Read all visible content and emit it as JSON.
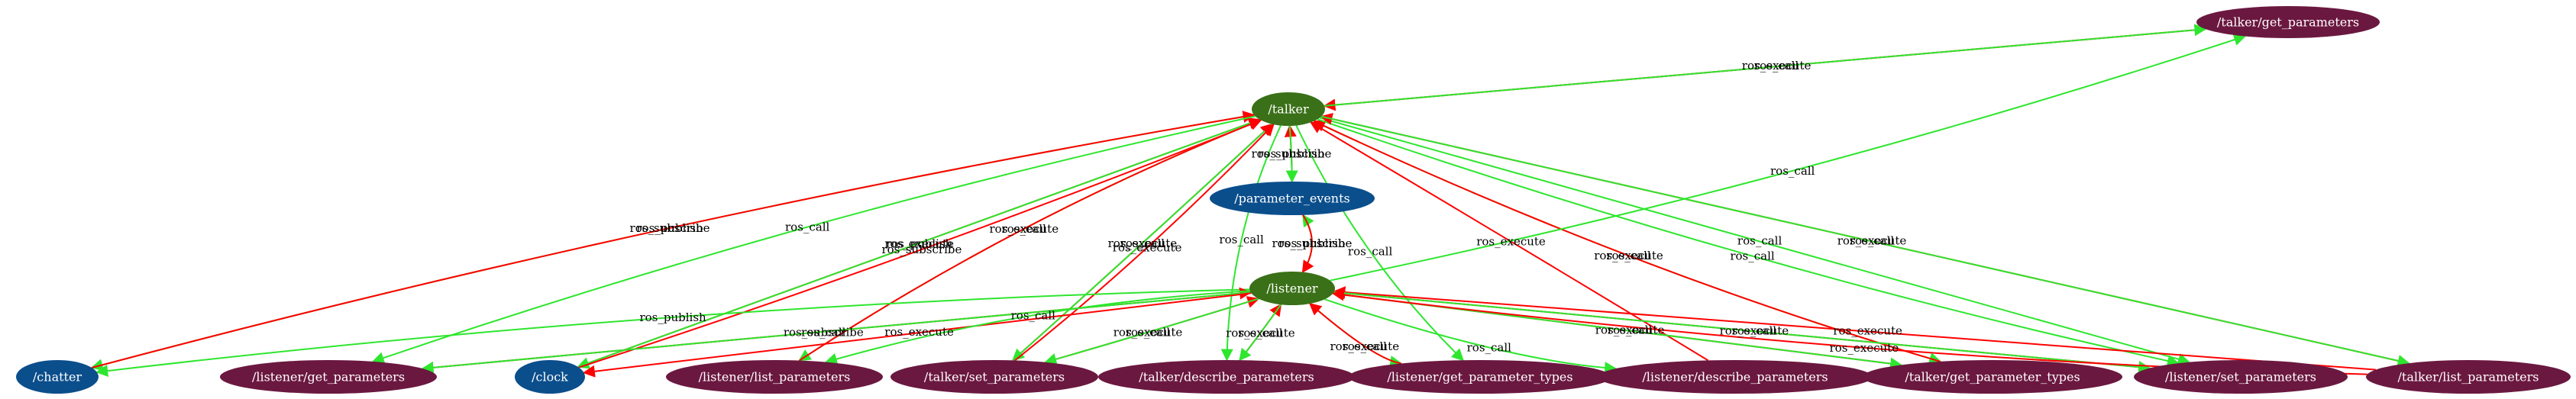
{
  "colors": {
    "node_node": "#3a7018",
    "node_topic": "#0b4e8c",
    "node_service": "#6b1840",
    "edge_execute": "#ff0000",
    "edge_call": "#2ee62e",
    "edge_publish": "#2ee62e",
    "edge_subscribe": "#ff0000"
  },
  "nodes": [
    {
      "id": "talker_get_parameters",
      "label": "/talker/get_parameters",
      "kind": "service"
    },
    {
      "id": "talker",
      "label": "/talker",
      "kind": "node"
    },
    {
      "id": "parameter_events",
      "label": "/parameter_events",
      "kind": "topic"
    },
    {
      "id": "listener",
      "label": "/listener",
      "kind": "node"
    },
    {
      "id": "chatter",
      "label": "/chatter",
      "kind": "topic"
    },
    {
      "id": "listener_get_parameters",
      "label": "/listener/get_parameters",
      "kind": "service"
    },
    {
      "id": "clock",
      "label": "/clock",
      "kind": "topic"
    },
    {
      "id": "listener_list_parameters",
      "label": "/listener/list_parameters",
      "kind": "service"
    },
    {
      "id": "talker_set_parameters",
      "label": "/talker/set_parameters",
      "kind": "service"
    },
    {
      "id": "talker_describe_parameters",
      "label": "/talker/describe_parameters",
      "kind": "service"
    },
    {
      "id": "listener_get_parameter_types",
      "label": "/listener/get_parameter_types",
      "kind": "service"
    },
    {
      "id": "listener_describe_parameters",
      "label": "/listener/describe_parameters",
      "kind": "service"
    },
    {
      "id": "talker_get_parameter_types",
      "label": "/talker/get_parameter_types",
      "kind": "service"
    },
    {
      "id": "listener_set_parameters",
      "label": "/listener/set_parameters",
      "kind": "service"
    },
    {
      "id": "talker_list_parameters",
      "label": "/talker/list_parameters",
      "kind": "service"
    }
  ],
  "edges": [
    {
      "from": "talker_get_parameters",
      "to": "talker",
      "label": "ros_execute",
      "kind": "execute"
    },
    {
      "from": "talker",
      "to": "talker_get_parameters",
      "label": "ros_call",
      "kind": "call"
    },
    {
      "from": "talker",
      "to": "chatter",
      "label": "ros_publish",
      "kind": "publish"
    },
    {
      "from": "chatter",
      "to": "talker",
      "label": "ros_subscribe",
      "kind": "subscribe"
    },
    {
      "from": "clock",
      "to": "talker",
      "label": "ros_execute",
      "kind": "execute"
    },
    {
      "from": "talker",
      "to": "listener_get_parameters",
      "label": "ros_call",
      "kind": "call"
    },
    {
      "from": "talker",
      "to": "clock",
      "label": "ros_publish",
      "kind": "publish"
    },
    {
      "from": "clock",
      "to": "talker",
      "label": "ros_subscribe",
      "kind": "subscribe"
    },
    {
      "from": "talker",
      "to": "listener_list_parameters",
      "label": "ros_call",
      "kind": "call"
    },
    {
      "from": "listener_list_parameters",
      "to": "talker",
      "label": "ros_execute",
      "kind": "execute"
    },
    {
      "from": "talker_set_parameters",
      "to": "talker",
      "label": "ros_execute",
      "kind": "execute"
    },
    {
      "from": "talker",
      "to": "talker_set_parameters",
      "label": "ros_call",
      "kind": "call"
    },
    {
      "from": "talker_set_parameters",
      "to": "talker",
      "label": "ros_execute",
      "kind": "execute"
    },
    {
      "from": "talker",
      "to": "talker_describe_parameters",
      "label": "ros_call",
      "kind": "call"
    },
    {
      "from": "talker",
      "to": "listener_get_parameter_types",
      "label": "ros_call",
      "kind": "call"
    },
    {
      "from": "listener_describe_parameters",
      "to": "talker",
      "label": "ros_execute",
      "kind": "execute"
    },
    {
      "from": "talker",
      "to": "talker_get_parameter_types",
      "label": "ros_call",
      "kind": "call"
    },
    {
      "from": "talker_get_parameter_types",
      "to": "talker",
      "label": "ros_execute",
      "kind": "execute"
    },
    {
      "from": "talker",
      "to": "listener_set_parameters",
      "label": "ros_call",
      "kind": "call"
    },
    {
      "from": "talker",
      "to": "listener_set_parameters",
      "label": "ros_call",
      "kind": "call"
    },
    {
      "from": "talker_list_parameters",
      "to": "talker",
      "label": "ros_execute",
      "kind": "execute"
    },
    {
      "from": "talker",
      "to": "talker_list_parameters",
      "label": "ros_call",
      "kind": "call"
    },
    {
      "from": "parameter_events",
      "to": "talker",
      "label": "ros_subscribe",
      "kind": "subscribe"
    },
    {
      "from": "talker",
      "to": "parameter_events",
      "label": "ros_publish",
      "kind": "publish"
    },
    {
      "from": "listener",
      "to": "parameter_events",
      "label": "ros_publish",
      "kind": "publish"
    },
    {
      "from": "parameter_events",
      "to": "listener",
      "label": "ros_subscribe",
      "kind": "subscribe"
    },
    {
      "from": "talker_list_parameters",
      "to": "listener",
      "label": "ros_execute",
      "kind": "execute"
    },
    {
      "from": "listener",
      "to": "talker_get_parameters",
      "label": "ros_call",
      "kind": "call"
    },
    {
      "from": "listener",
      "to": "chatter",
      "label": "ros_publish",
      "kind": "publish"
    },
    {
      "from": "listener_get_parameters",
      "to": "listener",
      "label": "ros_subscribe",
      "kind": "subscribe"
    },
    {
      "from": "listener",
      "to": "listener_get_parameters",
      "label": "ros_call",
      "kind": "call"
    },
    {
      "from": "listener",
      "to": "clock",
      "label": "ros_execute",
      "kind": "execute"
    },
    {
      "from": "listener",
      "to": "listener_list_parameters",
      "label": "ros_call",
      "kind": "call"
    },
    {
      "from": "talker_set_parameters",
      "to": "listener",
      "label": "ros_execute",
      "kind": "execute"
    },
    {
      "from": "listener",
      "to": "talker_set_parameters",
      "label": "ros_call",
      "kind": "call"
    },
    {
      "from": "talker_describe_parameters",
      "to": "listener",
      "label": "ros_execute",
      "kind": "execute"
    },
    {
      "from": "listener",
      "to": "talker_describe_parameters",
      "label": "ros_call",
      "kind": "call"
    },
    {
      "from": "listener",
      "to": "listener_get_parameter_types",
      "label": "ros_call",
      "kind": "call"
    },
    {
      "from": "listener_get_parameter_types",
      "to": "listener",
      "label": "ros_execute",
      "kind": "execute"
    },
    {
      "from": "listener",
      "to": "listener_describe_parameters",
      "label": "ros_call",
      "kind": "call"
    },
    {
      "from": "talker_get_parameter_types",
      "to": "listener",
      "label": "ros_execute",
      "kind": "execute"
    },
    {
      "from": "listener",
      "to": "talker_get_parameter_types",
      "label": "ros_call",
      "kind": "call"
    },
    {
      "from": "listener_set_parameters",
      "to": "listener",
      "label": "ros_execute",
      "kind": "execute"
    },
    {
      "from": "listener",
      "to": "listener_set_parameters",
      "label": "ros_call",
      "kind": "call"
    },
    {
      "from": "talker_list_parameters",
      "to": "listener",
      "label": "ros_execute",
      "kind": "execute"
    }
  ]
}
